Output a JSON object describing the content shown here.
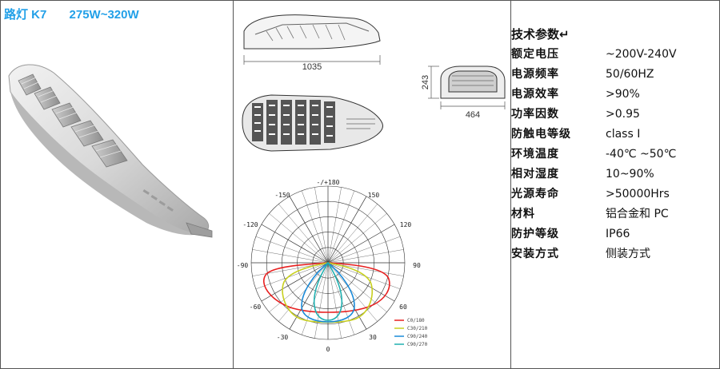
{
  "header": {
    "product": "路灯 K7",
    "power": "275W~320W",
    "color": "#22a0e8"
  },
  "dimensions": {
    "length": "1035",
    "height": "243",
    "width": "464"
  },
  "polar": {
    "angle_labels": {
      "top": "-/+180",
      "m150": "-150",
      "p150": "150",
      "m120": "-120",
      "p120": "120",
      "m90": "-90",
      "p90": "90",
      "m60": "-60",
      "p60": "60",
      "m30": "-30",
      "p30": "30",
      "zero": "0"
    },
    "legend": [
      {
        "label": "C0/180",
        "color": "#e82020"
      },
      {
        "label": "C30/210",
        "color": "#c8d020"
      },
      {
        "label": "C90/240",
        "color": "#1a8ad8"
      },
      {
        "label": "C90/270",
        "color": "#20b0b0"
      }
    ]
  },
  "specs": {
    "heading": "技术参数↵",
    "rows": [
      {
        "key": "额定电压",
        "value": "~200V-240V"
      },
      {
        "key": "电源频率",
        "value": "50/60HZ"
      },
      {
        "key": "电源效率",
        "value": ">90%"
      },
      {
        "key": "功率因数",
        "value": ">0.95"
      },
      {
        "key": "防触电等级",
        "value": "class I"
      },
      {
        "key": "环境温度",
        "value": "-40℃ ~50℃"
      },
      {
        "key": "相对湿度",
        "value": "10~90%"
      },
      {
        "key": "光源寿命",
        "value": ">50000Hrs"
      },
      {
        "key": "材料",
        "value": "铝合金和 PC"
      },
      {
        "key": "防护等级",
        "value": "IP66"
      },
      {
        "key": "安装方式",
        "value": "侧装方式"
      }
    ]
  }
}
